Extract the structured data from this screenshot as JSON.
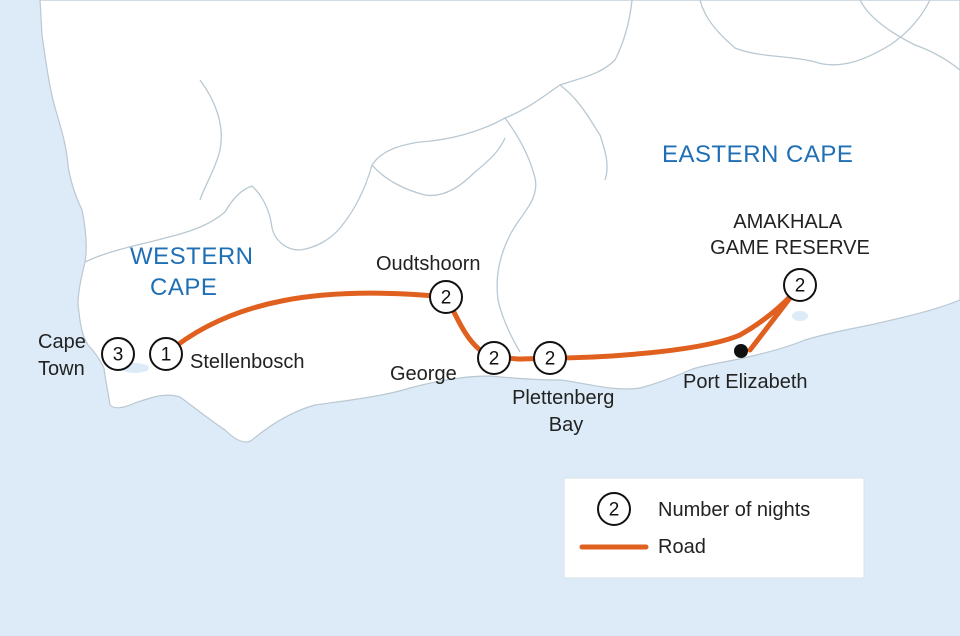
{
  "regions": {
    "western": [
      "WESTERN",
      "CAPE"
    ],
    "eastern": "EASTERN CAPE"
  },
  "stops": [
    {
      "id": "cape-town",
      "label_lines": [
        "Cape",
        "Town"
      ],
      "nights": "3"
    },
    {
      "id": "stellenbosch",
      "label_lines": [
        "Stellenbosch"
      ],
      "nights": "1"
    },
    {
      "id": "oudtshoorn",
      "label_lines": [
        "Oudtshoorn"
      ],
      "nights": "2"
    },
    {
      "id": "george",
      "label_lines": [
        "George"
      ],
      "nights": "2"
    },
    {
      "id": "plettenberg-bay",
      "label_lines": [
        "Plettenberg",
        "Bay"
      ],
      "nights": "2"
    },
    {
      "id": "amakhala",
      "label_lines": [
        "AMAKHALA",
        "GAME RESERVE"
      ],
      "nights": "2"
    }
  ],
  "points": [
    {
      "id": "port-elizabeth",
      "label": "Port Elizabeth"
    }
  ],
  "legend": {
    "nights_symbol": "2",
    "nights_label": "Number of nights",
    "road_label": "Road"
  },
  "colors": {
    "sea": "#dcebf7",
    "land": "#ffffff",
    "border": "#b9c8d2",
    "road": "#e0601f",
    "region_text": "#1f6fb5"
  }
}
